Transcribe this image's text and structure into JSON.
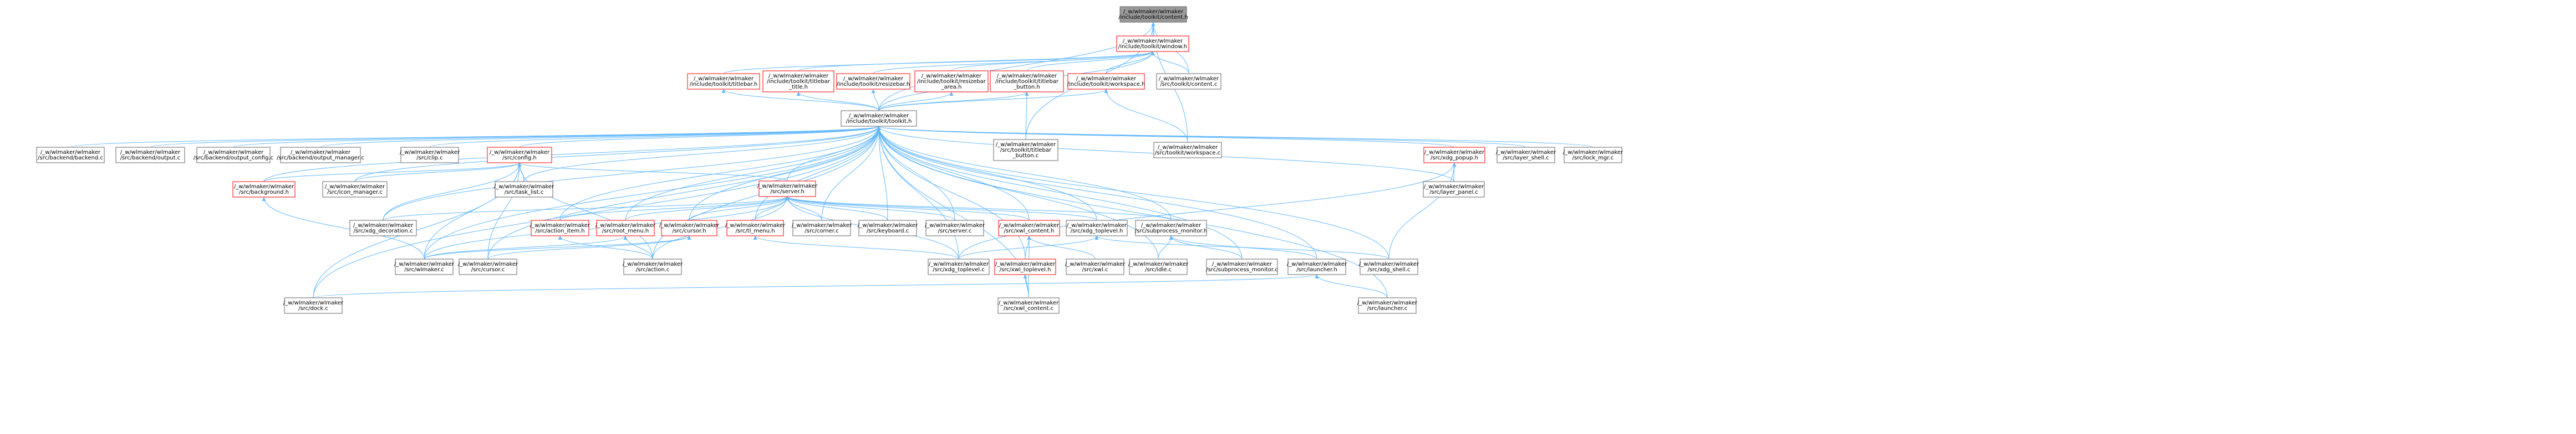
{
  "graph": {
    "edge_color": "#63b8ff",
    "node_border_default": "#666666",
    "node_border_incomplete": "#ff0000",
    "root_fill": "#999999",
    "nodes": [
      {
        "id": "root",
        "lines": [
          "/_w/wlmaker/wlmaker",
          "/include/toolkit/content.h"
        ],
        "kind": "root"
      },
      {
        "id": "window_h",
        "lines": [
          "/_w/wlmaker/wlmaker",
          "/include/toolkit/window.h"
        ],
        "kind": "red"
      },
      {
        "id": "titlebar_h",
        "lines": [
          "/_w/wlmaker/wlmaker",
          "/include/toolkit/titlebar.h"
        ],
        "kind": "red"
      },
      {
        "id": "titlebar_title_h",
        "lines": [
          "/_w/wlmaker/wlmaker",
          "/include/toolkit/titlebar",
          "_title.h"
        ],
        "kind": "red"
      },
      {
        "id": "resizebar_h",
        "lines": [
          "/_w/wlmaker/wlmaker",
          "/include/toolkit/resizebar.h"
        ],
        "kind": "red"
      },
      {
        "id": "resizebar_area_h",
        "lines": [
          "/_w/wlmaker/wlmaker",
          "/include/toolkit/resizebar",
          "_area.h"
        ],
        "kind": "red"
      },
      {
        "id": "titlebar_button_h",
        "lines": [
          "/_w/wlmaker/wlmaker",
          "/include/toolkit/titlebar",
          "_button.h"
        ],
        "kind": "red"
      },
      {
        "id": "workspace_h",
        "lines": [
          "/_w/wlmaker/wlmaker",
          "/include/toolkit/workspace.h"
        ],
        "kind": "red"
      },
      {
        "id": "content_c",
        "lines": [
          "/_w/wlmaker/wlmaker",
          "/src/toolkit/content.c"
        ],
        "kind": "plain"
      },
      {
        "id": "toolkit_h",
        "lines": [
          "/_w/wlmaker/wlmaker",
          "/include/toolkit/toolkit.h"
        ],
        "kind": "plain"
      },
      {
        "id": "titlebar_button_c",
        "lines": [
          "/_w/wlmaker/wlmaker",
          "/src/toolkit/titlebar",
          "_button.c"
        ],
        "kind": "plain"
      },
      {
        "id": "workspace_c",
        "lines": [
          "/_w/wlmaker/wlmaker",
          "/src/toolkit/workspace.c"
        ],
        "kind": "plain"
      },
      {
        "id": "backend_c",
        "lines": [
          "/_w/wlmaker/wlmaker",
          "/src/backend/backend.c"
        ],
        "kind": "plain"
      },
      {
        "id": "output_c",
        "lines": [
          "/_w/wlmaker/wlmaker",
          "/src/backend/output.c"
        ],
        "kind": "plain"
      },
      {
        "id": "output_config_c",
        "lines": [
          "/_w/wlmaker/wlmaker",
          "/src/backend/output_config.c"
        ],
        "kind": "plain"
      },
      {
        "id": "output_manager_c",
        "lines": [
          "/_w/wlmaker/wlmaker",
          "/src/backend/output_manager.c"
        ],
        "kind": "plain"
      },
      {
        "id": "clip_c",
        "lines": [
          "/_w/wlmaker/wlmaker",
          "/src/clip.c"
        ],
        "kind": "plain"
      },
      {
        "id": "config_h",
        "lines": [
          "/_w/wlmaker/wlmaker",
          "/src/config.h"
        ],
        "kind": "red"
      },
      {
        "id": "xdg_popup_h",
        "lines": [
          "/_w/wlmaker/wlmaker",
          "/src/xdg_popup.h"
        ],
        "kind": "red"
      },
      {
        "id": "layer_shell_c",
        "lines": [
          "/_w/wlmaker/wlmaker",
          "/src/layer_shell.c"
        ],
        "kind": "plain"
      },
      {
        "id": "lock_mgr_c",
        "lines": [
          "/_w/wlmaker/wlmaker",
          "/src/lock_mgr.c"
        ],
        "kind": "plain"
      },
      {
        "id": "background_h",
        "lines": [
          "/_w/wlmaker/wlmaker",
          "/src/background.h"
        ],
        "kind": "red"
      },
      {
        "id": "icon_manager_c",
        "lines": [
          "/_w/wlmaker/wlmaker",
          "/src/icon_manager.c"
        ],
        "kind": "plain"
      },
      {
        "id": "task_list_c",
        "lines": [
          "/_w/wlmaker/wlmaker",
          "/src/task_list.c"
        ],
        "kind": "plain"
      },
      {
        "id": "server_h",
        "lines": [
          "/_w/wlmaker/wlmaker",
          "/src/server.h"
        ],
        "kind": "red"
      },
      {
        "id": "layer_panel_c",
        "lines": [
          "/_w/wlmaker/wlmaker",
          "/src/layer_panel.c"
        ],
        "kind": "plain"
      },
      {
        "id": "xdg_decoration_c",
        "lines": [
          "/_w/wlmaker/wlmaker",
          "/src/xdg_decoration.c"
        ],
        "kind": "plain"
      },
      {
        "id": "action_item_h",
        "lines": [
          "/_w/wlmaker/wlmaker",
          "/src/action_item.h"
        ],
        "kind": "red"
      },
      {
        "id": "root_menu_h",
        "lines": [
          "/_w/wlmaker/wlmaker",
          "/src/root_menu.h"
        ],
        "kind": "red"
      },
      {
        "id": "cursor_h",
        "lines": [
          "/_w/wlmaker/wlmaker",
          "/src/cursor.h"
        ],
        "kind": "red"
      },
      {
        "id": "tl_menu_h",
        "lines": [
          "/_w/wlmaker/wlmaker",
          "/src/tl_menu.h"
        ],
        "kind": "red"
      },
      {
        "id": "corner_c",
        "lines": [
          "/_w/wlmaker/wlmaker",
          "/src/corner.c"
        ],
        "kind": "plain"
      },
      {
        "id": "keyboard_c",
        "lines": [
          "/_w/wlmaker/wlmaker",
          "/src/keyboard.c"
        ],
        "kind": "plain"
      },
      {
        "id": "server_c",
        "lines": [
          "/_w/wlmaker/wlmaker",
          "/src/server.c"
        ],
        "kind": "plain"
      },
      {
        "id": "xwl_content_h",
        "lines": [
          "/_w/wlmaker/wlmaker",
          "/src/xwl_content.h"
        ],
        "kind": "red"
      },
      {
        "id": "xdg_toplevel_h",
        "lines": [
          "/_w/wlmaker/wlmaker",
          "/src/xdg_toplevel.h"
        ],
        "kind": "plain"
      },
      {
        "id": "subprocess_monitor_h",
        "lines": [
          "/_w/wlmaker/wlmaker",
          "/src/subprocess_monitor.h"
        ],
        "kind": "plain"
      },
      {
        "id": "wlmaker_c",
        "lines": [
          "/_w/wlmaker/wlmaker",
          "/src/wlmaker.c"
        ],
        "kind": "plain"
      },
      {
        "id": "cursor_c",
        "lines": [
          "/_w/wlmaker/wlmaker",
          "/src/cursor.c"
        ],
        "kind": "plain"
      },
      {
        "id": "action_c",
        "lines": [
          "/_w/wlmaker/wlmaker",
          "/src/action.c"
        ],
        "kind": "plain"
      },
      {
        "id": "xdg_toplevel_c",
        "lines": [
          "/_w/wlmaker/wlmaker",
          "/src/xdg_toplevel.c"
        ],
        "kind": "plain"
      },
      {
        "id": "xwl_toplevel_h",
        "lines": [
          "/_w/wlmaker/wlmaker",
          "/src/xwl_toplevel.h"
        ],
        "kind": "red"
      },
      {
        "id": "xwl_c",
        "lines": [
          "/_w/wlmaker/wlmaker",
          "/src/xwl.c"
        ],
        "kind": "plain"
      },
      {
        "id": "idle_c",
        "lines": [
          "/_w/wlmaker/wlmaker",
          "/src/idle.c"
        ],
        "kind": "plain"
      },
      {
        "id": "subprocess_monitor_c",
        "lines": [
          "/_w/wlmaker/wlmaker",
          "/src/subprocess_monitor.c"
        ],
        "kind": "plain"
      },
      {
        "id": "launcher_h",
        "lines": [
          "/_w/wlmaker/wlmaker",
          "/src/launcher.h"
        ],
        "kind": "plain"
      },
      {
        "id": "xdg_shell_c",
        "lines": [
          "/_w/wlmaker/wlmaker",
          "/src/xdg_shell.c"
        ],
        "kind": "plain"
      },
      {
        "id": "dock_c",
        "lines": [
          "/_w/wlmaker/wlmaker",
          "/src/dock.c"
        ],
        "kind": "plain"
      },
      {
        "id": "xwl_content_c",
        "lines": [
          "/_w/wlmaker/wlmaker",
          "/src/xwl_content.c"
        ],
        "kind": "plain"
      },
      {
        "id": "launcher_c",
        "lines": [
          "/_w/wlmaker/wlmaker",
          "/src/launcher.c"
        ],
        "kind": "plain"
      }
    ],
    "edges": [
      [
        "window_h",
        "root"
      ],
      [
        "toolkit_h",
        "root"
      ],
      [
        "content_c",
        "root"
      ],
      [
        "titlebar_button_c",
        "root"
      ],
      [
        "workspace_c",
        "root"
      ],
      [
        "titlebar_h",
        "window_h"
      ],
      [
        "titlebar_title_h",
        "window_h"
      ],
      [
        "resizebar_h",
        "window_h"
      ],
      [
        "resizebar_area_h",
        "window_h"
      ],
      [
        "titlebar_button_h",
        "window_h"
      ],
      [
        "workspace_h",
        "window_h"
      ],
      [
        "content_c",
        "window_h"
      ],
      [
        "toolkit_h",
        "window_h"
      ],
      [
        "toolkit_h",
        "titlebar_h"
      ],
      [
        "toolkit_h",
        "titlebar_title_h"
      ],
      [
        "toolkit_h",
        "resizebar_h"
      ],
      [
        "toolkit_h",
        "resizebar_area_h"
      ],
      [
        "toolkit_h",
        "titlebar_button_h"
      ],
      [
        "titlebar_button_c",
        "titlebar_button_h"
      ],
      [
        "toolkit_h",
        "workspace_h"
      ],
      [
        "workspace_c",
        "workspace_h"
      ],
      [
        "backend_c",
        "toolkit_h"
      ],
      [
        "output_c",
        "toolkit_h"
      ],
      [
        "output_config_c",
        "toolkit_h"
      ],
      [
        "output_manager_c",
        "toolkit_h"
      ],
      [
        "clip_c",
        "toolkit_h"
      ],
      [
        "config_h",
        "toolkit_h"
      ],
      [
        "xdg_popup_h",
        "toolkit_h"
      ],
      [
        "layer_shell_c",
        "toolkit_h"
      ],
      [
        "lock_mgr_c",
        "toolkit_h"
      ],
      [
        "background_h",
        "toolkit_h"
      ],
      [
        "icon_manager_c",
        "toolkit_h"
      ],
      [
        "task_list_c",
        "toolkit_h"
      ],
      [
        "server_h",
        "toolkit_h"
      ],
      [
        "layer_panel_c",
        "toolkit_h"
      ],
      [
        "xdg_decoration_c",
        "toolkit_h"
      ],
      [
        "action_item_h",
        "toolkit_h"
      ],
      [
        "root_menu_h",
        "toolkit_h"
      ],
      [
        "cursor_h",
        "toolkit_h"
      ],
      [
        "tl_menu_h",
        "toolkit_h"
      ],
      [
        "corner_c",
        "toolkit_h"
      ],
      [
        "keyboard_c",
        "toolkit_h"
      ],
      [
        "server_c",
        "toolkit_h"
      ],
      [
        "xwl_content_h",
        "toolkit_h"
      ],
      [
        "xdg_toplevel_h",
        "toolkit_h"
      ],
      [
        "subprocess_monitor_h",
        "toolkit_h"
      ],
      [
        "wlmaker_c",
        "toolkit_h"
      ],
      [
        "cursor_c",
        "toolkit_h"
      ],
      [
        "action_c",
        "toolkit_h"
      ],
      [
        "xdg_toplevel_c",
        "toolkit_h"
      ],
      [
        "xwl_toplevel_h",
        "toolkit_h"
      ],
      [
        "idle_c",
        "toolkit_h"
      ],
      [
        "subprocess_monitor_c",
        "toolkit_h"
      ],
      [
        "launcher_h",
        "toolkit_h"
      ],
      [
        "xdg_shell_c",
        "toolkit_h"
      ],
      [
        "dock_c",
        "toolkit_h"
      ],
      [
        "xwl_content_c",
        "toolkit_h"
      ],
      [
        "launcher_c",
        "toolkit_h"
      ],
      [
        "background_h",
        "config_h"
      ],
      [
        "icon_manager_c",
        "config_h"
      ],
      [
        "task_list_c",
        "config_h"
      ],
      [
        "server_h",
        "config_h"
      ],
      [
        "xdg_decoration_c",
        "config_h"
      ],
      [
        "wlmaker_c",
        "config_h"
      ],
      [
        "cursor_c",
        "config_h"
      ],
      [
        "action_c",
        "config_h"
      ],
      [
        "dock_c",
        "config_h"
      ],
      [
        "layer_panel_c",
        "xdg_popup_h"
      ],
      [
        "xdg_toplevel_c",
        "xdg_popup_h"
      ],
      [
        "xdg_shell_c",
        "xdg_popup_h"
      ],
      [
        "wlmaker_c",
        "background_h"
      ],
      [
        "xdg_decoration_c",
        "server_h"
      ],
      [
        "action_item_h",
        "server_h"
      ],
      [
        "root_menu_h",
        "server_h"
      ],
      [
        "cursor_h",
        "server_h"
      ],
      [
        "tl_menu_h",
        "server_h"
      ],
      [
        "corner_c",
        "server_h"
      ],
      [
        "keyboard_c",
        "server_h"
      ],
      [
        "server_c",
        "server_h"
      ],
      [
        "xwl_content_h",
        "server_h"
      ],
      [
        "xdg_toplevel_h",
        "server_h"
      ],
      [
        "subprocess_monitor_h",
        "server_h"
      ],
      [
        "wlmaker_c",
        "server_h"
      ],
      [
        "action_c",
        "server_h"
      ],
      [
        "xdg_toplevel_c",
        "server_h"
      ],
      [
        "action_c",
        "action_item_h"
      ],
      [
        "wlmaker_c",
        "root_menu_h"
      ],
      [
        "action_c",
        "root_menu_h"
      ],
      [
        "wlmaker_c",
        "cursor_h"
      ],
      [
        "cursor_c",
        "cursor_h"
      ],
      [
        "xdg_toplevel_c",
        "tl_menu_h"
      ],
      [
        "xwl_toplevel_h",
        "xwl_content_h"
      ],
      [
        "xwl_c",
        "xwl_content_h"
      ],
      [
        "xwl_content_c",
        "xwl_content_h"
      ],
      [
        "xdg_toplevel_c",
        "xdg_toplevel_h"
      ],
      [
        "xdg_shell_c",
        "xdg_toplevel_h"
      ],
      [
        "idle_c",
        "subprocess_monitor_h"
      ],
      [
        "subprocess_monitor_c",
        "subprocess_monitor_h"
      ],
      [
        "launcher_h",
        "subprocess_monitor_h"
      ],
      [
        "xwl_content_c",
        "xwl_toplevel_h"
      ],
      [
        "dock_c",
        "launcher_h"
      ],
      [
        "launcher_c",
        "launcher_h"
      ]
    ]
  }
}
